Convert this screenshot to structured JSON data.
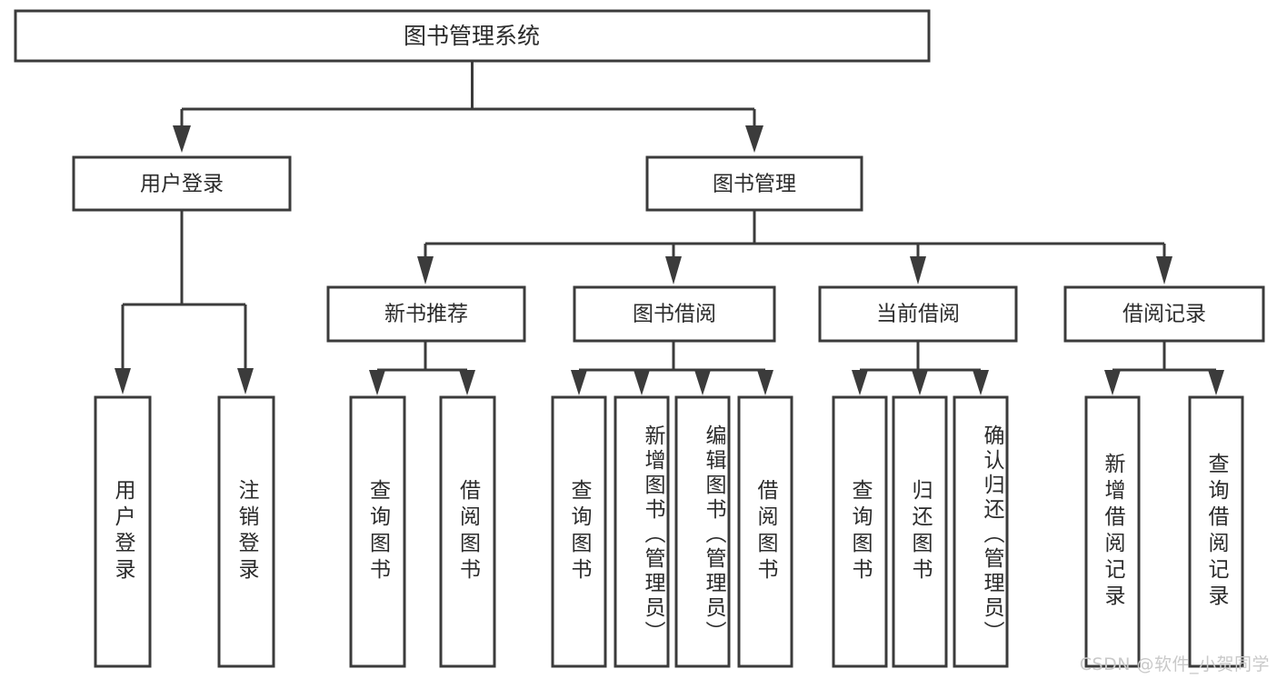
{
  "diagram": {
    "type": "tree-hierarchy",
    "orientation": "top-down",
    "root": "图书管理系统",
    "colors": {
      "box_fill": "#ffffff",
      "box_stroke": "#3b3b3b",
      "text": "#2b2b2b",
      "watermark": "#c9c9c9"
    },
    "nodes": {
      "root": {
        "label": "图书管理系统",
        "level": 1,
        "text_orientation": "horizontal"
      },
      "l2": [
        {
          "id": "user-login",
          "label": "用户登录",
          "text_orientation": "horizontal"
        },
        {
          "id": "book-manage",
          "label": "图书管理",
          "text_orientation": "horizontal"
        }
      ],
      "l3": [
        {
          "id": "new-book-recommend",
          "label": "新书推荐",
          "parent": "book-manage",
          "text_orientation": "horizontal"
        },
        {
          "id": "book-borrow",
          "label": "图书借阅",
          "parent": "book-manage",
          "text_orientation": "horizontal"
        },
        {
          "id": "current-borrow",
          "label": "当前借阅",
          "parent": "book-manage",
          "text_orientation": "horizontal"
        },
        {
          "id": "borrow-record",
          "label": "借阅记录",
          "parent": "book-manage",
          "text_orientation": "horizontal"
        }
      ],
      "leaves": [
        {
          "id": "leaf-user-login",
          "label": "用户登录",
          "parent": "user-login",
          "text_orientation": "vertical"
        },
        {
          "id": "leaf-logout",
          "label": "注销登录",
          "parent": "user-login",
          "text_orientation": "vertical"
        },
        {
          "id": "leaf-query-book-1",
          "label": "查询图书",
          "parent": "new-book-recommend",
          "text_orientation": "vertical"
        },
        {
          "id": "leaf-borrow-book-1",
          "label": "借阅图书",
          "parent": "new-book-recommend",
          "text_orientation": "vertical"
        },
        {
          "id": "leaf-query-book-2",
          "label": "查询图书",
          "parent": "book-borrow",
          "text_orientation": "vertical"
        },
        {
          "id": "leaf-add-book",
          "label": "新增图书（管理员）",
          "parent": "book-borrow",
          "text_orientation": "vertical"
        },
        {
          "id": "leaf-edit-book",
          "label": "编辑图书（管理员）",
          "parent": "book-borrow",
          "text_orientation": "vertical"
        },
        {
          "id": "leaf-borrow-book-2",
          "label": "借阅图书",
          "parent": "book-borrow",
          "text_orientation": "vertical"
        },
        {
          "id": "leaf-query-book-3",
          "label": "查询图书",
          "parent": "current-borrow",
          "text_orientation": "vertical"
        },
        {
          "id": "leaf-return-book",
          "label": "归还图书",
          "parent": "current-borrow",
          "text_orientation": "vertical"
        },
        {
          "id": "leaf-confirm-return",
          "label": "确认归还（管理员）",
          "parent": "current-borrow",
          "text_orientation": "vertical"
        },
        {
          "id": "leaf-add-record",
          "label": "新增借阅记录",
          "parent": "borrow-record",
          "text_orientation": "vertical"
        },
        {
          "id": "leaf-query-record",
          "label": "查询借阅记录",
          "parent": "borrow-record",
          "text_orientation": "vertical"
        }
      ]
    }
  },
  "watermark": {
    "text": "CSDN @软件_小贺同学"
  }
}
